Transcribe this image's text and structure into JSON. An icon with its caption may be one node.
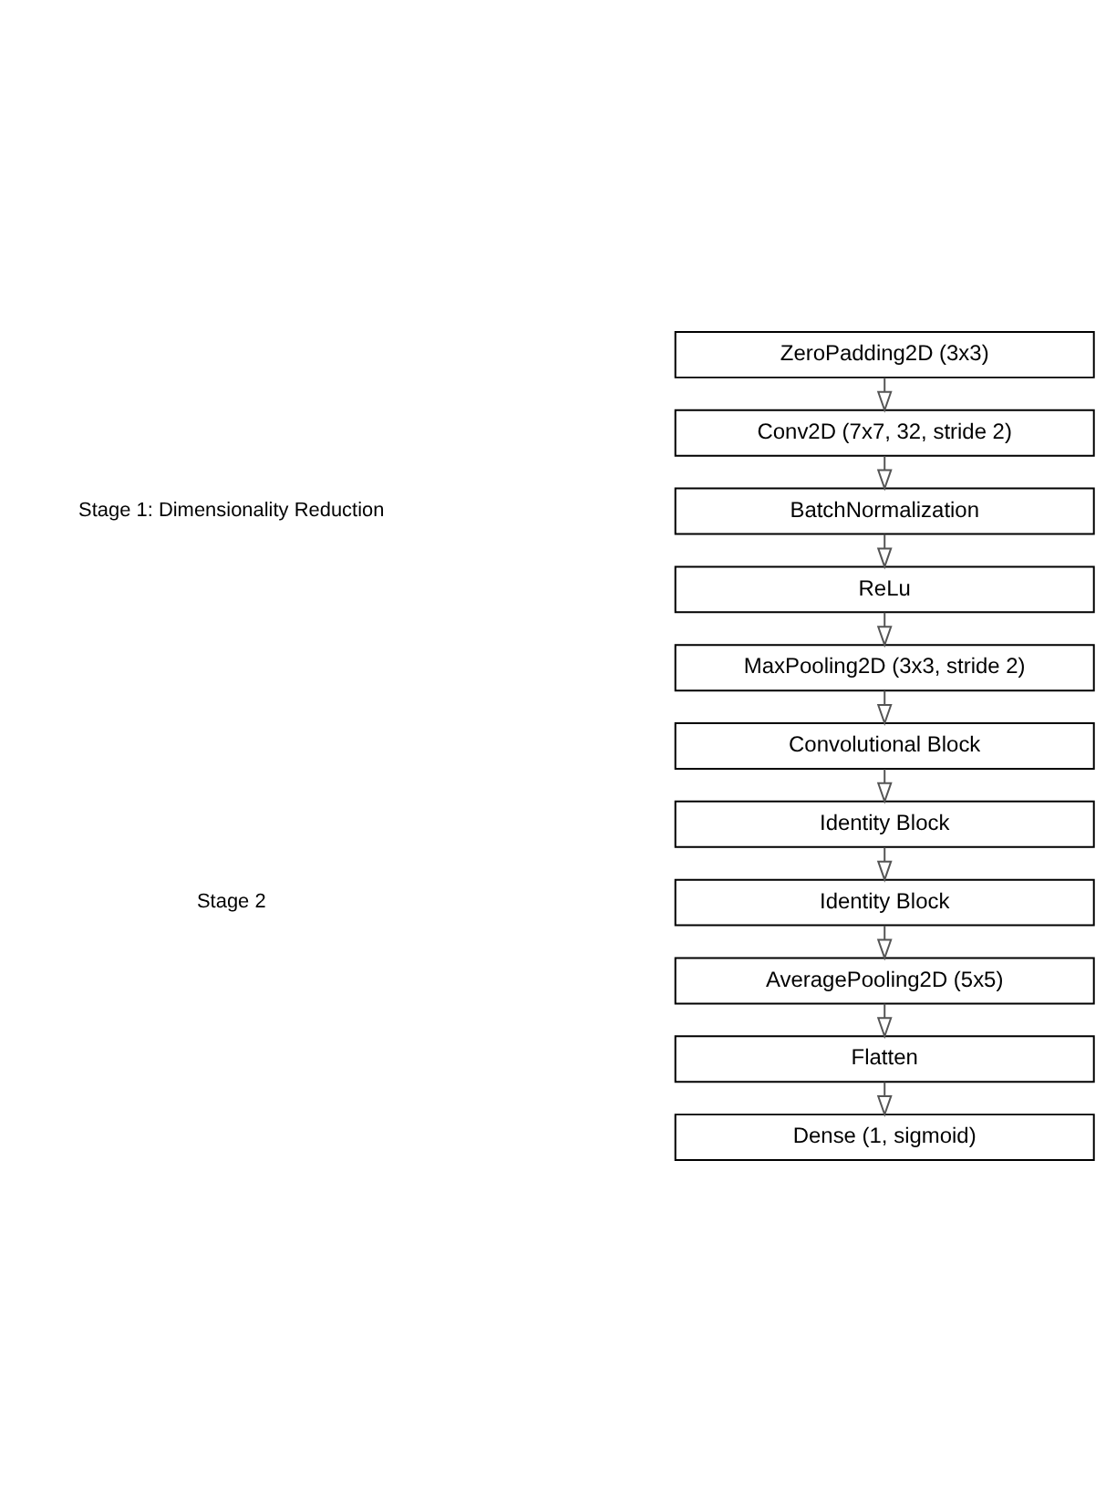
{
  "diagram": {
    "nodes": [
      {
        "text": [
          "ZeroPadding2D (3x3)"
        ]
      },
      {
        "text": [
          "Conv2D (7x7, 32, stride 2)"
        ]
      },
      {
        "text": [
          "BatchNormalization"
        ]
      },
      {
        "text": [
          "ReLu"
        ]
      },
      {
        "text": [
          "MaxPooling2D (3x3, stride 2)"
        ]
      },
      {
        "text": [
          "Convolutional Block"
        ]
      },
      {
        "text": [
          "Identity Block"
        ]
      },
      {
        "text": [
          "Identity Block"
        ]
      },
      {
        "text": [
          "AveragePooling2D (5x5)"
        ]
      },
      {
        "text": [
          "Flatten"
        ]
      },
      {
        "text": [
          "Dense (1, sigmoid)"
        ]
      }
    ],
    "edges": [
      {
        "from": 0,
        "to": 1,
        "arrow": "to"
      },
      {
        "from": 1,
        "to": 2,
        "arrow": "to"
      },
      {
        "from": 2,
        "to": 3,
        "arrow": "to"
      },
      {
        "from": 3,
        "to": 4,
        "arrow": "to"
      },
      {
        "from": 4,
        "to": 5,
        "arrow": "to"
      },
      {
        "from": 5,
        "to": 6,
        "arrow": "to"
      },
      {
        "from": 6,
        "to": 7,
        "arrow": "to"
      },
      {
        "from": 7,
        "to": 8,
        "arrow": "to"
      },
      {
        "from": 8,
        "to": 9,
        "arrow": "to"
      },
      {
        "from": 9,
        "to": 10,
        "arrow": "to"
      }
    ],
    "labels": [
      "Stage 1: Dimensionality Reduction",
      "Stage 2"
    ]
  }
}
